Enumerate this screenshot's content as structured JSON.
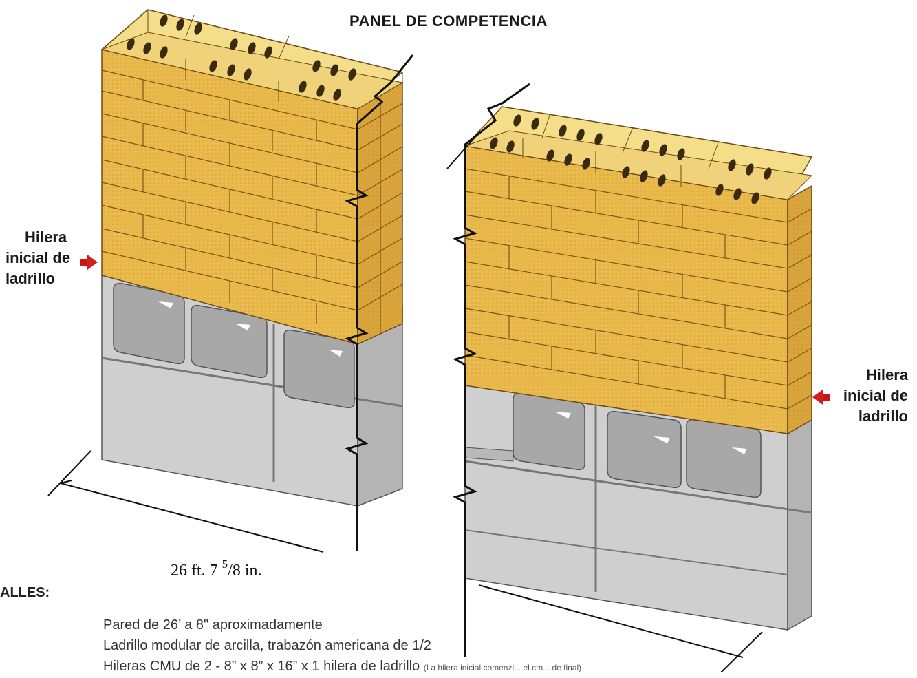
{
  "title": "PANEL DE COMPETENCIA",
  "labels": {
    "left": [
      "Hilera",
      "inicial de",
      "ladrillo"
    ],
    "right": [
      "Hilera",
      "inicial de",
      "ladrillo"
    ]
  },
  "dimension": {
    "main": "26 ft. 7 ",
    "numerator": "5",
    "rest": "/8 in."
  },
  "details": {
    "heading": "ALLES:",
    "items": [
      "Pared de 26’ a 8\" aproximadamente",
      "Ladrillo modular de arcilla, trabazón americana de  1/2",
      "Hileras CMU de 2 - 8” x 8” x 16” x 1 hilera de ladrillo"
    ],
    "note": "(La hilera inicial comenzi... el cm... de final)"
  },
  "colors": {
    "brick": "#e8b648",
    "brick_dark": "#c9902a",
    "mortar": "#8a6a2a",
    "cmu": "#cbcbcb",
    "cmu_dark": "#9e9e9e",
    "arrow": "#d21e1e"
  }
}
